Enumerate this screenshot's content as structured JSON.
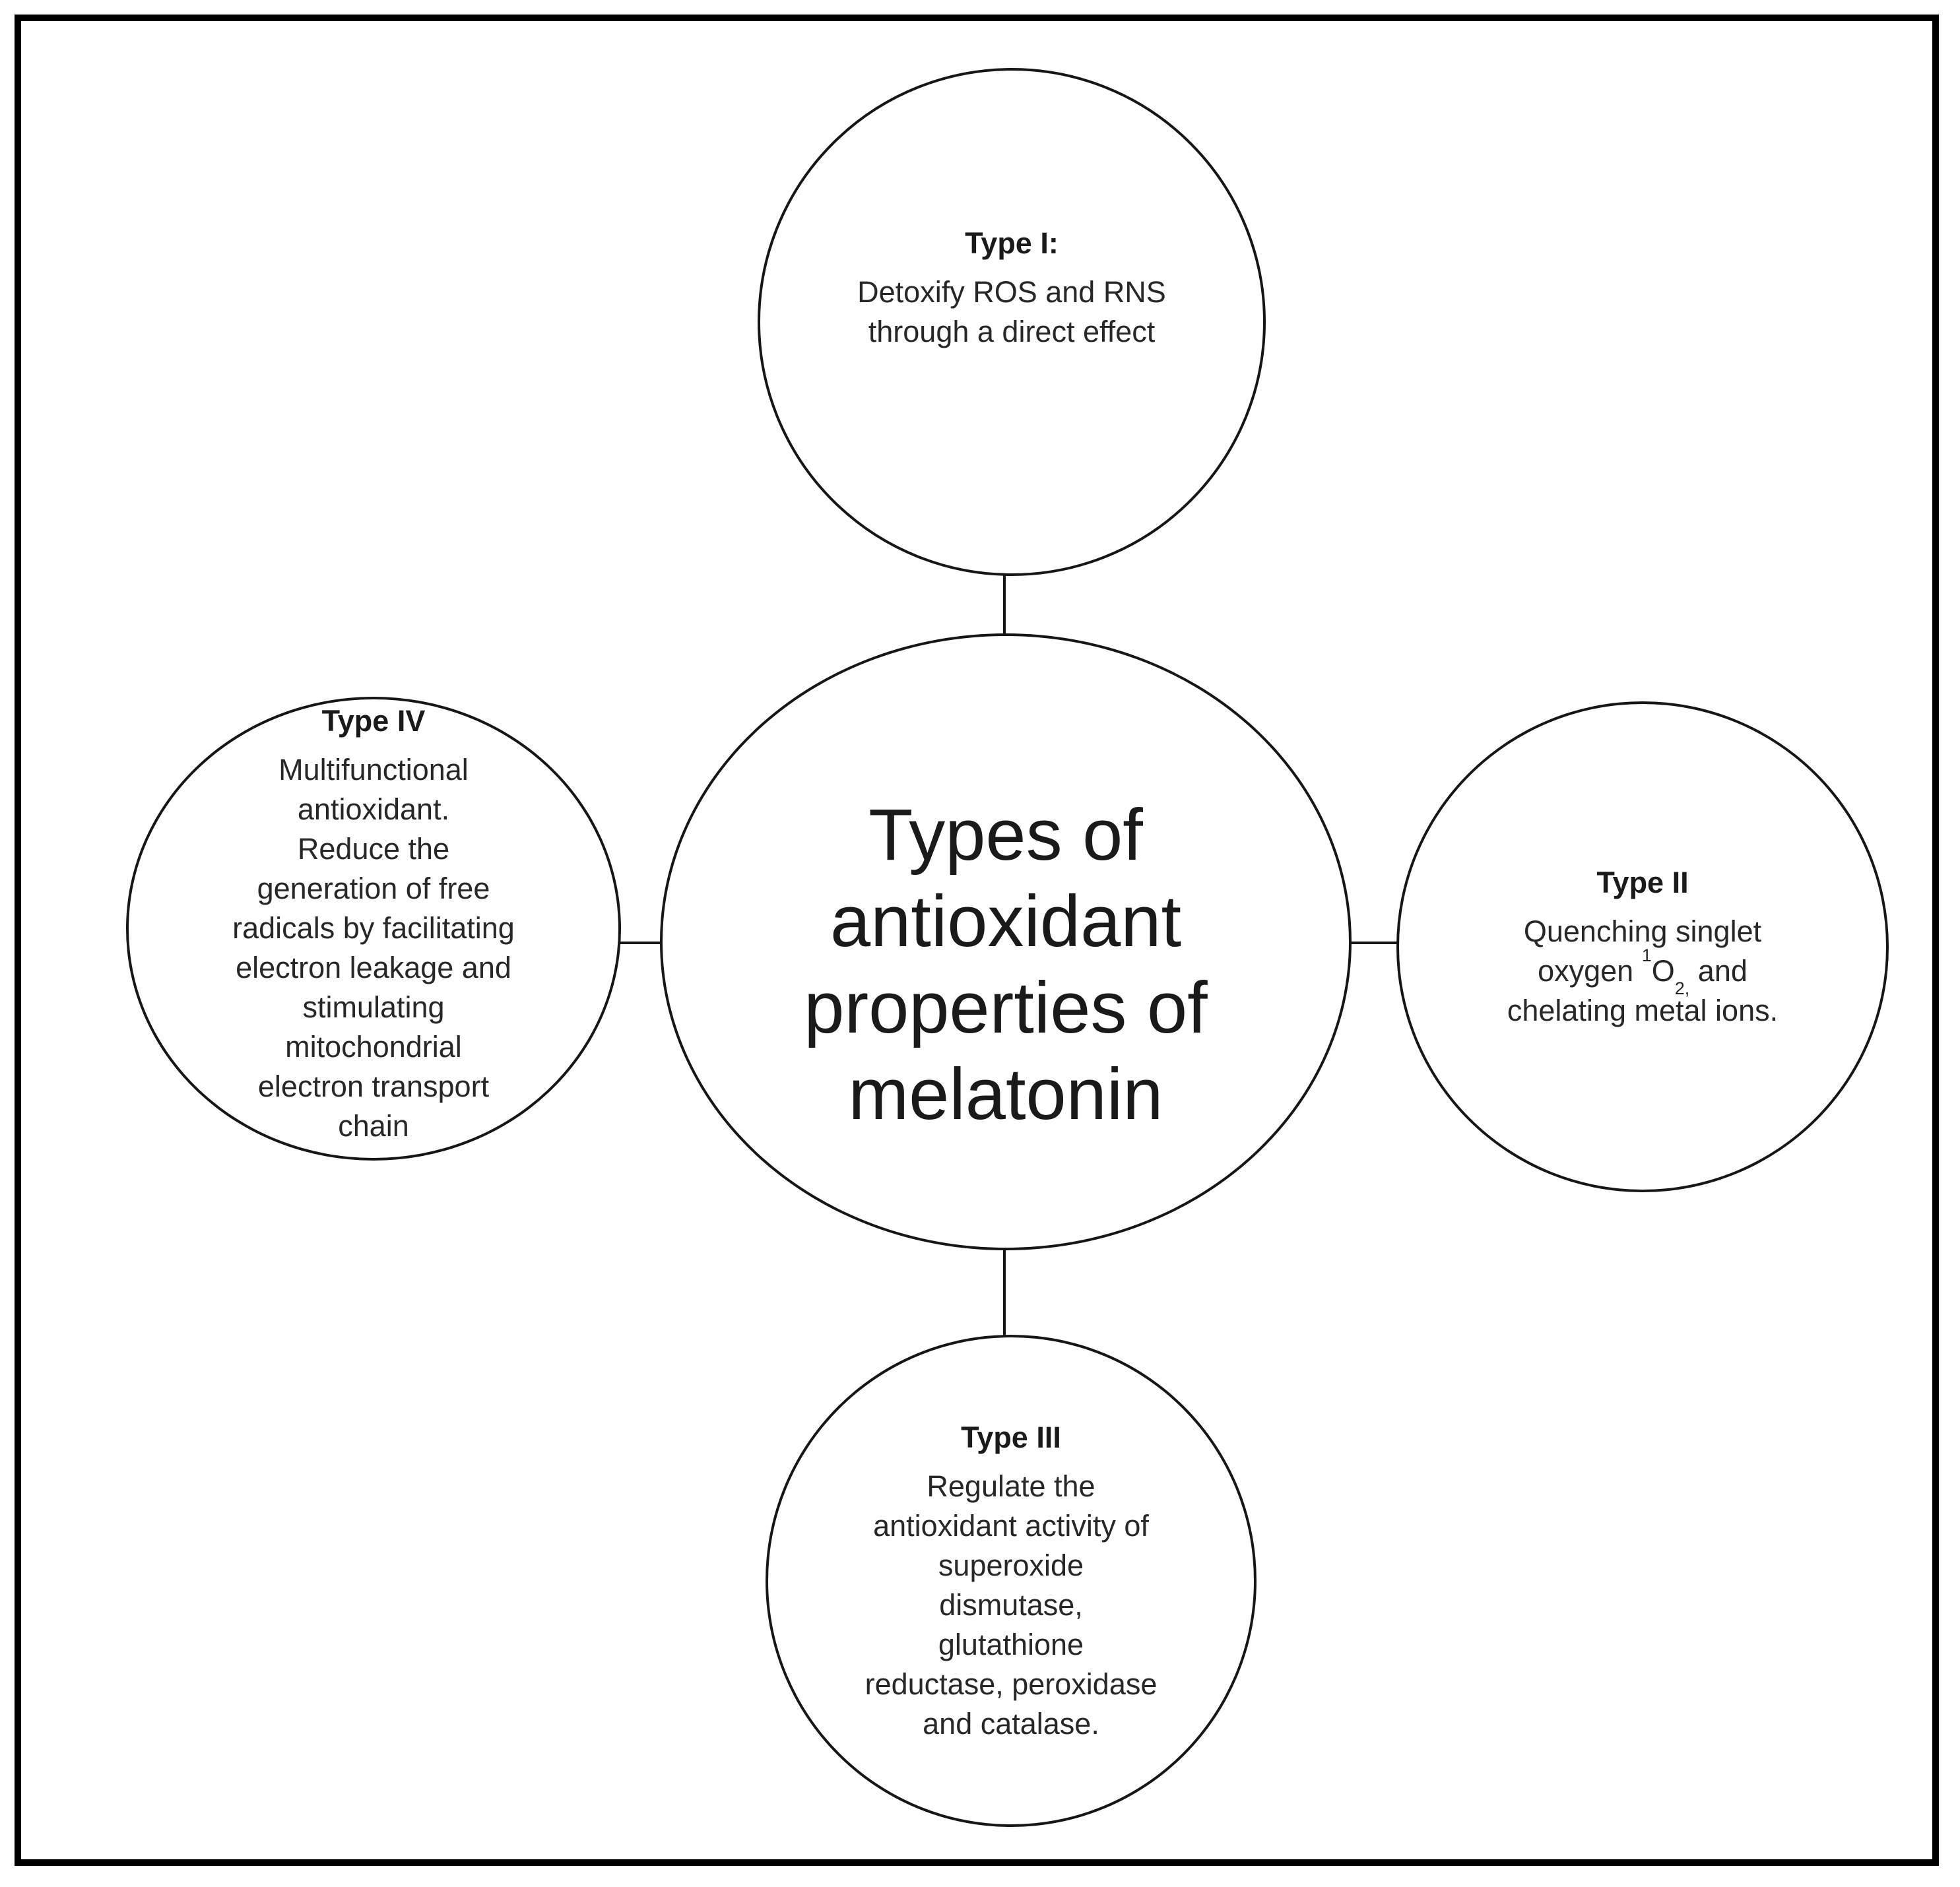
{
  "figure": {
    "title_circle": {
      "lines": [
        "Types of",
        "antioxidant",
        "properties of",
        "melatonin"
      ]
    },
    "type1": {
      "heading": "Type I:",
      "lines": [
        "Detoxify ROS and RNS",
        "through a direct effect"
      ]
    },
    "type2": {
      "heading": "Type II",
      "line1": "Quenching singlet",
      "line2_pre": "oxygen ",
      "line2_sup": "1",
      "line2_base": "O",
      "line2_sub": "2,",
      "line2_post": " and",
      "line3": "chelating metal ions."
    },
    "type3": {
      "heading": "Type III",
      "lines": [
        "Regulate the",
        "antioxidant activity of",
        "superoxide",
        "dismutase,",
        "glutathione",
        "reductase, peroxidase",
        "and catalase."
      ]
    },
    "type4": {
      "heading": "Type IV",
      "lines": [
        "Multifunctional",
        "antioxidant.",
        "Reduce the",
        "generation of free",
        "radicals by facilitating",
        "electron leakage and",
        "stimulating",
        "mitochondrial",
        "electron transport",
        "chain"
      ]
    }
  },
  "colors": {
    "background": "#ffffff",
    "frame": "#000000",
    "circle_stroke": "#161616",
    "heading_text": "#1a1a1a",
    "body_text": "#272727"
  }
}
